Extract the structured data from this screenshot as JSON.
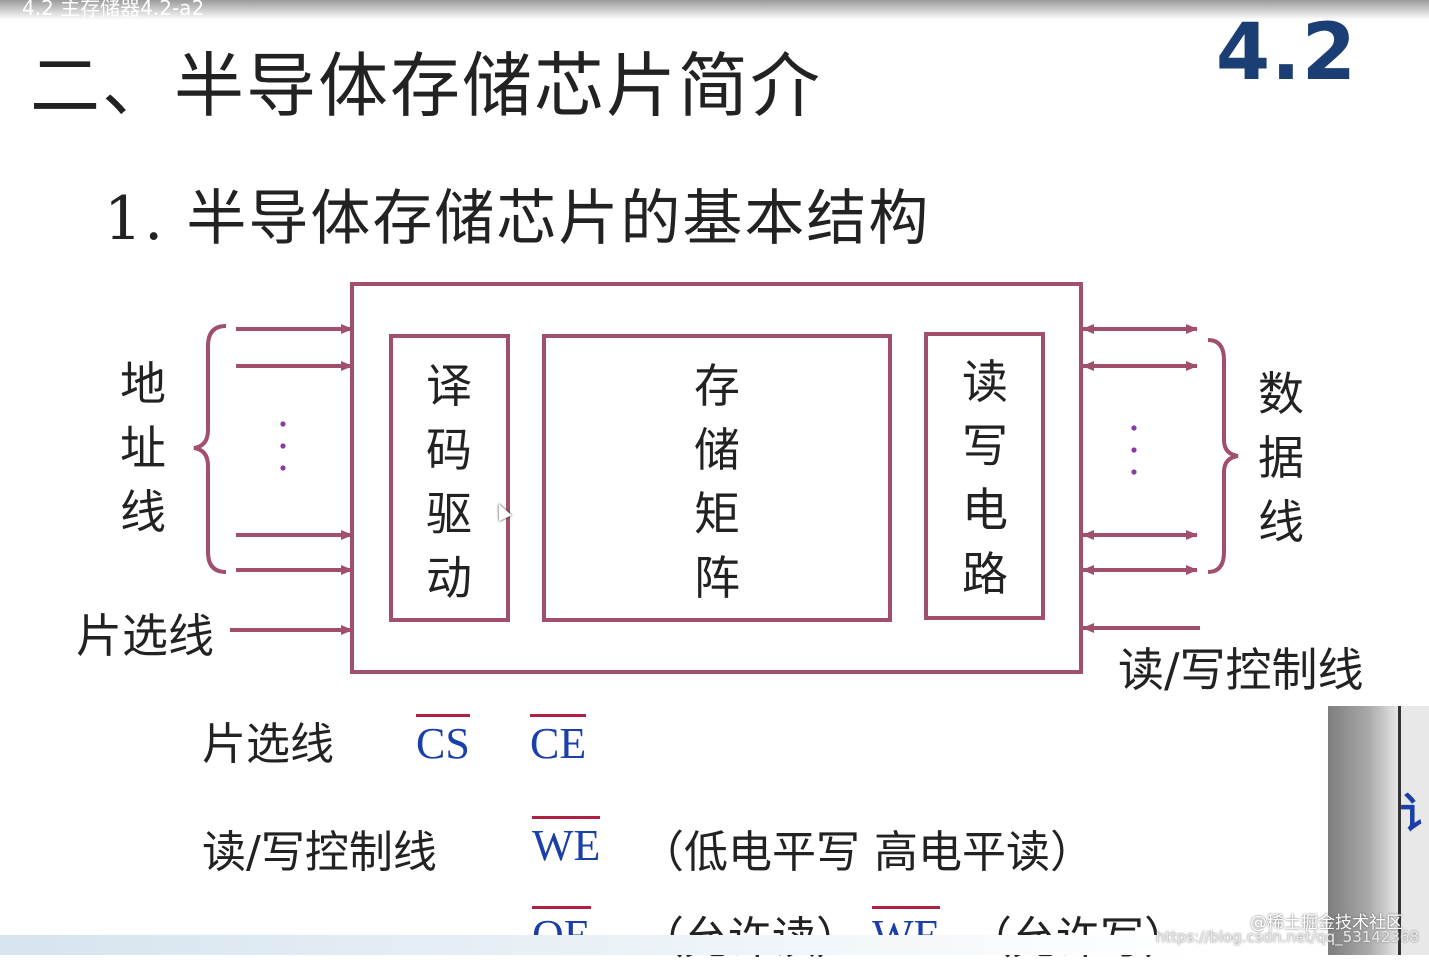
{
  "video_title": "4.2 主存储器4.2-a2",
  "section_label": "4.2",
  "main_heading": "二、半导体存储芯片简介",
  "sub_heading": "1. 半导体存储芯片的基本结构",
  "diagram": {
    "blocks": {
      "decoder": [
        "译",
        "码",
        "驱",
        "动"
      ],
      "matrix": [
        "存",
        "储",
        "矩",
        "阵"
      ],
      "rw_circuit": [
        "读",
        "写",
        "电",
        "路"
      ]
    },
    "address_lines_label": [
      "地",
      "址",
      "线"
    ],
    "data_lines_label": [
      "数",
      "据",
      "线"
    ],
    "chip_select_label": "片选线",
    "rw_control_label": "读/写控制线",
    "colors": {
      "line": "#a0506c",
      "signal": "#1a3fa8",
      "dots": "#8a3aa0"
    }
  },
  "legend": {
    "chip_select": {
      "label": "片选线",
      "signals": [
        "CS",
        "CE"
      ]
    },
    "rw_control": {
      "label": "读/写控制线",
      "we_signal": "WE",
      "we_note": "（低电平写   高电平读）",
      "oe_signal": "OE",
      "oe_note": "（允许读）",
      "we2_signal": "WE",
      "we2_note": "（允许写）"
    }
  },
  "watermark": {
    "line1": "@稀土掘金技术社区",
    "line2": "https://blog.csdn.net/qq_53142368"
  },
  "thumbnail_glyph": "讠"
}
